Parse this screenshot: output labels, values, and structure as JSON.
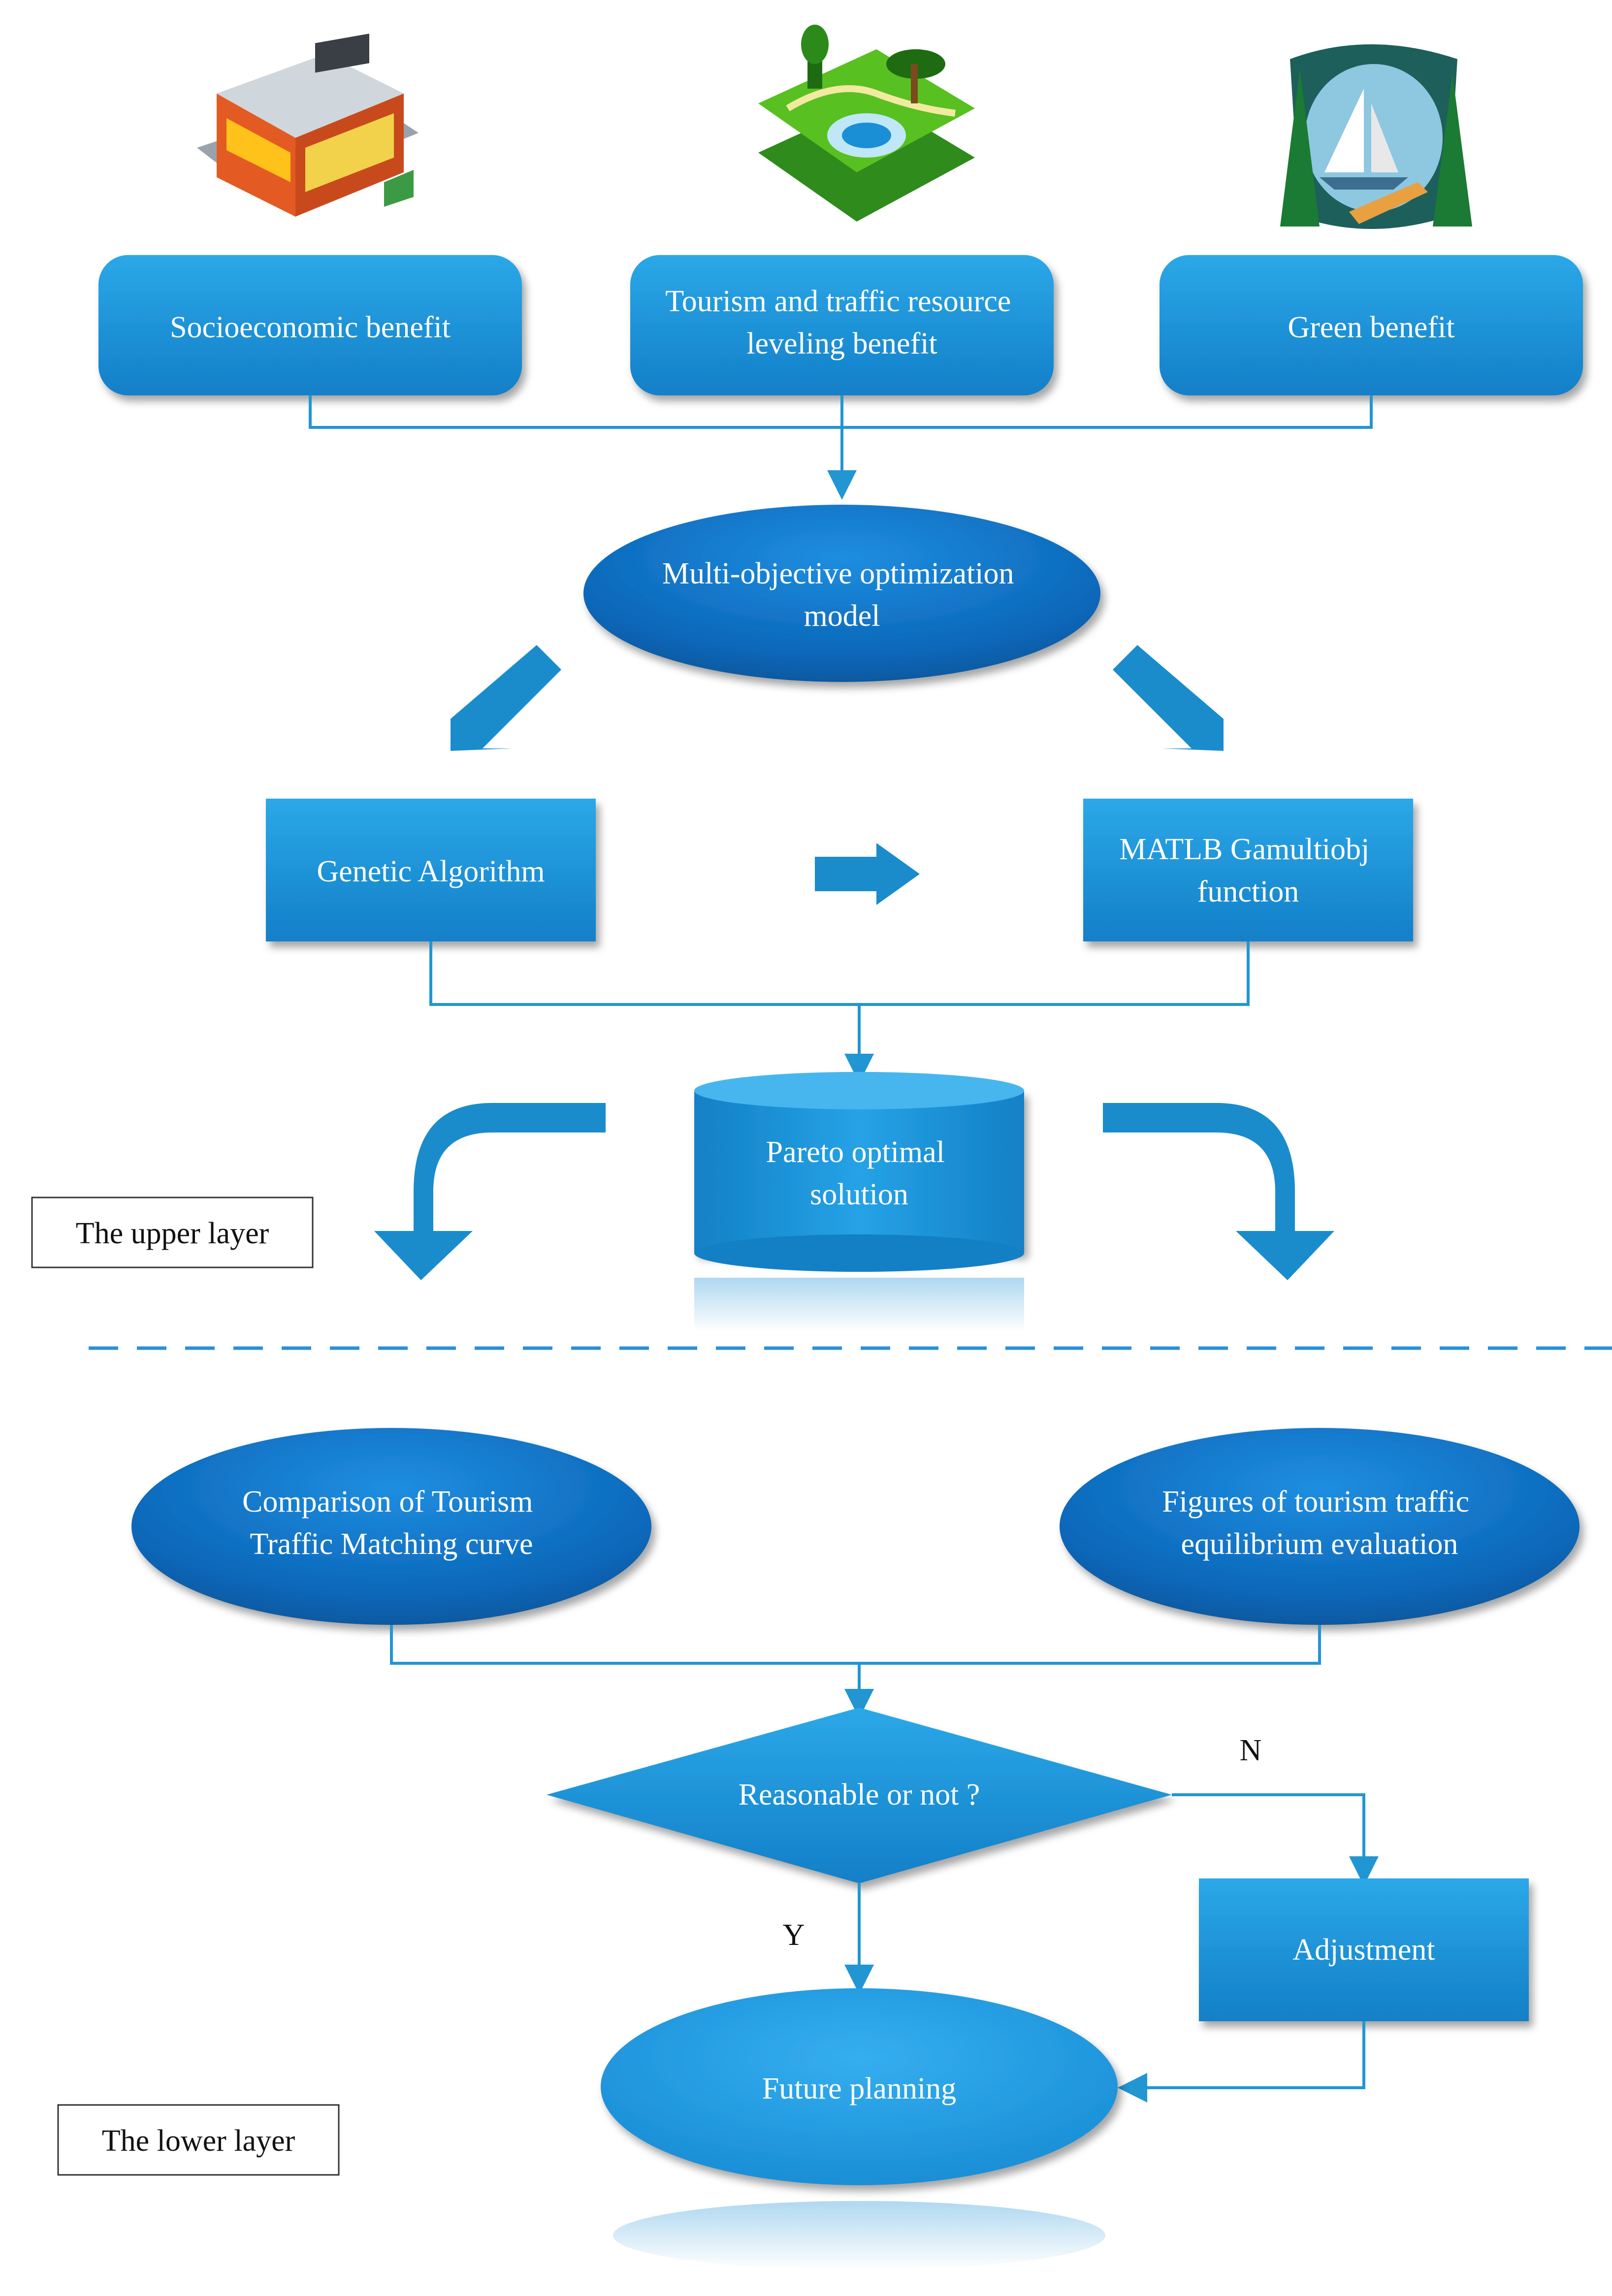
{
  "colors": {
    "box_fill": "#1a95d6",
    "box_fill_dark": "#0f6fb8",
    "ellipse_fill": "#0d6fbf",
    "ellipse_dark": "#0a4f8f",
    "connector": "#2196d3",
    "arrow": "#1a8ccc",
    "dashed": "#2a8fd8",
    "text_on_blue": "#ffffff"
  },
  "icons": [
    "shop-building-icon",
    "park-map-icon",
    "lake-sailboat-icon"
  ],
  "top_boxes": [
    {
      "id": "socio",
      "lines": [
        "Socioeconomic benefit"
      ]
    },
    {
      "id": "tourism",
      "lines": [
        "Tourism and traffic resource",
        "leveling benefit"
      ]
    },
    {
      "id": "green",
      "lines": [
        "Green benefit"
      ]
    }
  ],
  "model": {
    "lines": [
      "Multi-objective optimization",
      "model"
    ]
  },
  "genetic": {
    "lines": [
      "Genetic Algorithm"
    ]
  },
  "matlab": {
    "lines": [
      "MATLB Gamultiobj",
      "function"
    ]
  },
  "pareto": {
    "lines": [
      "Pareto optimal",
      "solution"
    ]
  },
  "upper_layer": "The upper layer",
  "lower_layer": "The lower layer",
  "comparison": {
    "lines": [
      "Comparison of Tourism",
      "Traffic Matching curve"
    ]
  },
  "figures": {
    "lines": [
      "Figures of tourism traffic",
      "equilibrium evaluation"
    ]
  },
  "decision": {
    "lines": [
      "Reasonable or not ?"
    ]
  },
  "label_no": "N",
  "label_yes": "Y",
  "adjustment": {
    "lines": [
      "Adjustment"
    ]
  },
  "future": {
    "lines": [
      "Future planning"
    ]
  }
}
